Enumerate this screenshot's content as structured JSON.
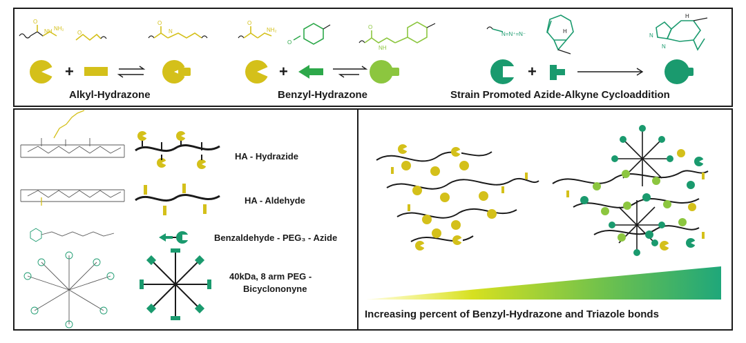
{
  "top_panel": {
    "reactions": [
      {
        "label": "Alkyl-Hydrazone"
      },
      {
        "label": "Benzyl-Hydrazone"
      },
      {
        "label": "Strain Promoted Azide-Alkyne Cycloaddition"
      }
    ],
    "plus_sign": "+",
    "chem_atoms": {
      "h": "H",
      "n": "N",
      "o": "O",
      "nh": "NH",
      "nh2": "NH₂",
      "n3": "N=N⁺=N⁻"
    }
  },
  "legend": {
    "items": [
      {
        "label": "HA - Hydrazide"
      },
      {
        "label": "HA - Aldehyde"
      },
      {
        "label": "Benzaldehyde - PEG₃ - Azide"
      },
      {
        "label_line1": "40kDa, 8 arm PEG -",
        "label_line2": "Bicyclononyne"
      }
    ]
  },
  "network_panel": {
    "caption": "Increasing percent of Benzyl-Hydrazone and Triazole bonds"
  },
  "colors": {
    "alkyl_yellow": "#d4c01a",
    "benzyl_green": "#8cc63f",
    "triazole_green": "#1a9a6e",
    "line_black": "#1a1a1a",
    "gradient_start": "#e8e61a",
    "gradient_end": "#1fa77a"
  }
}
